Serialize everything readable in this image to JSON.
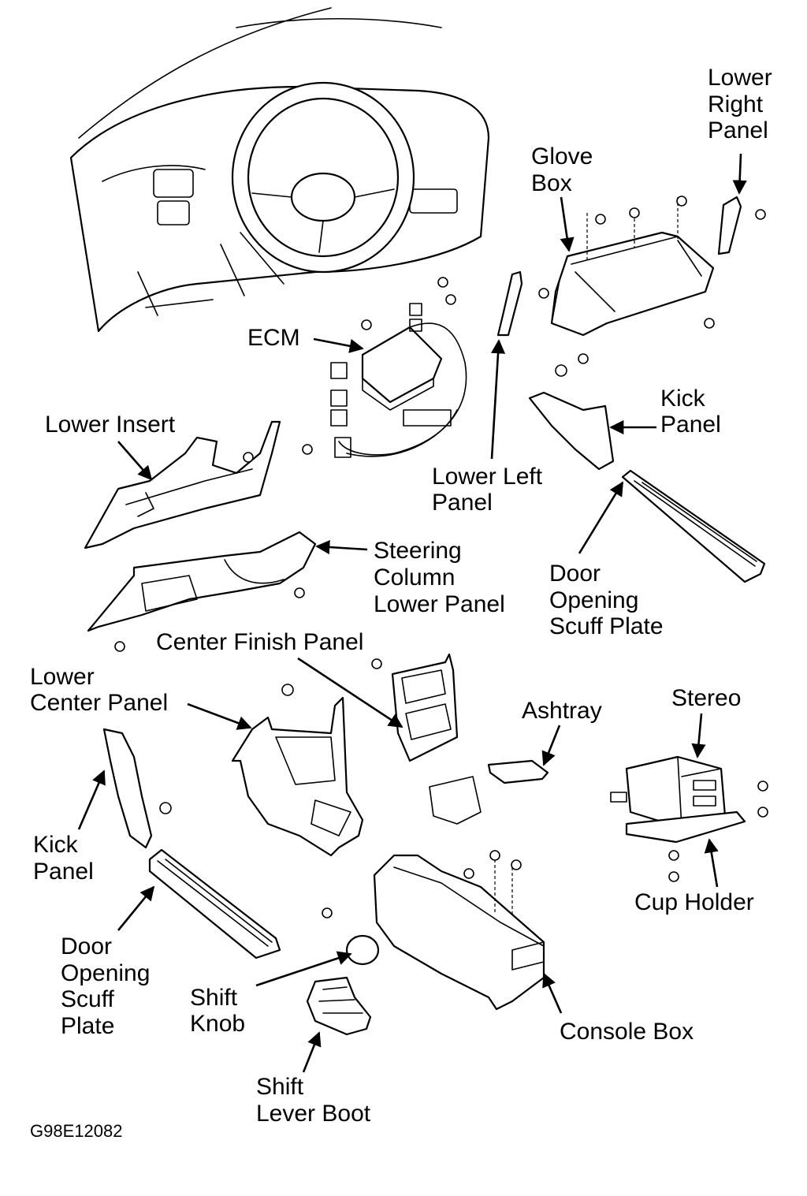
{
  "labels": {
    "lower_right_panel": [
      "Lower",
      "Right",
      "Panel"
    ],
    "glove_box": [
      "Glove",
      "Box"
    ],
    "ecm": [
      "ECM"
    ],
    "kick_panel_right": [
      "Kick",
      "Panel"
    ],
    "lower_insert": [
      "Lower Insert"
    ],
    "lower_left_panel": [
      "Lower Left",
      "Panel"
    ],
    "steering_column_lower_panel": [
      "Steering",
      "Column",
      "Lower Panel"
    ],
    "door_opening_scuff_plate_right": [
      "Door",
      "Opening",
      "Scuff Plate"
    ],
    "center_finish_panel": [
      "Center Finish Panel"
    ],
    "lower_center_panel": [
      "Lower",
      "Center Panel"
    ],
    "ashtray": [
      "Ashtray"
    ],
    "stereo": [
      "Stereo"
    ],
    "kick_panel_left": [
      "Kick",
      "Panel"
    ],
    "cup_holder": [
      "Cup Holder"
    ],
    "door_opening_scuff_plate_left": [
      "Door",
      "Opening",
      "Scuff",
      "Plate"
    ],
    "shift_knob": [
      "Shift",
      "Knob"
    ],
    "console_box": [
      "Console Box"
    ],
    "shift_lever_boot": [
      "Shift",
      "Lever Boot"
    ]
  },
  "figure_code": "G98E12082"
}
